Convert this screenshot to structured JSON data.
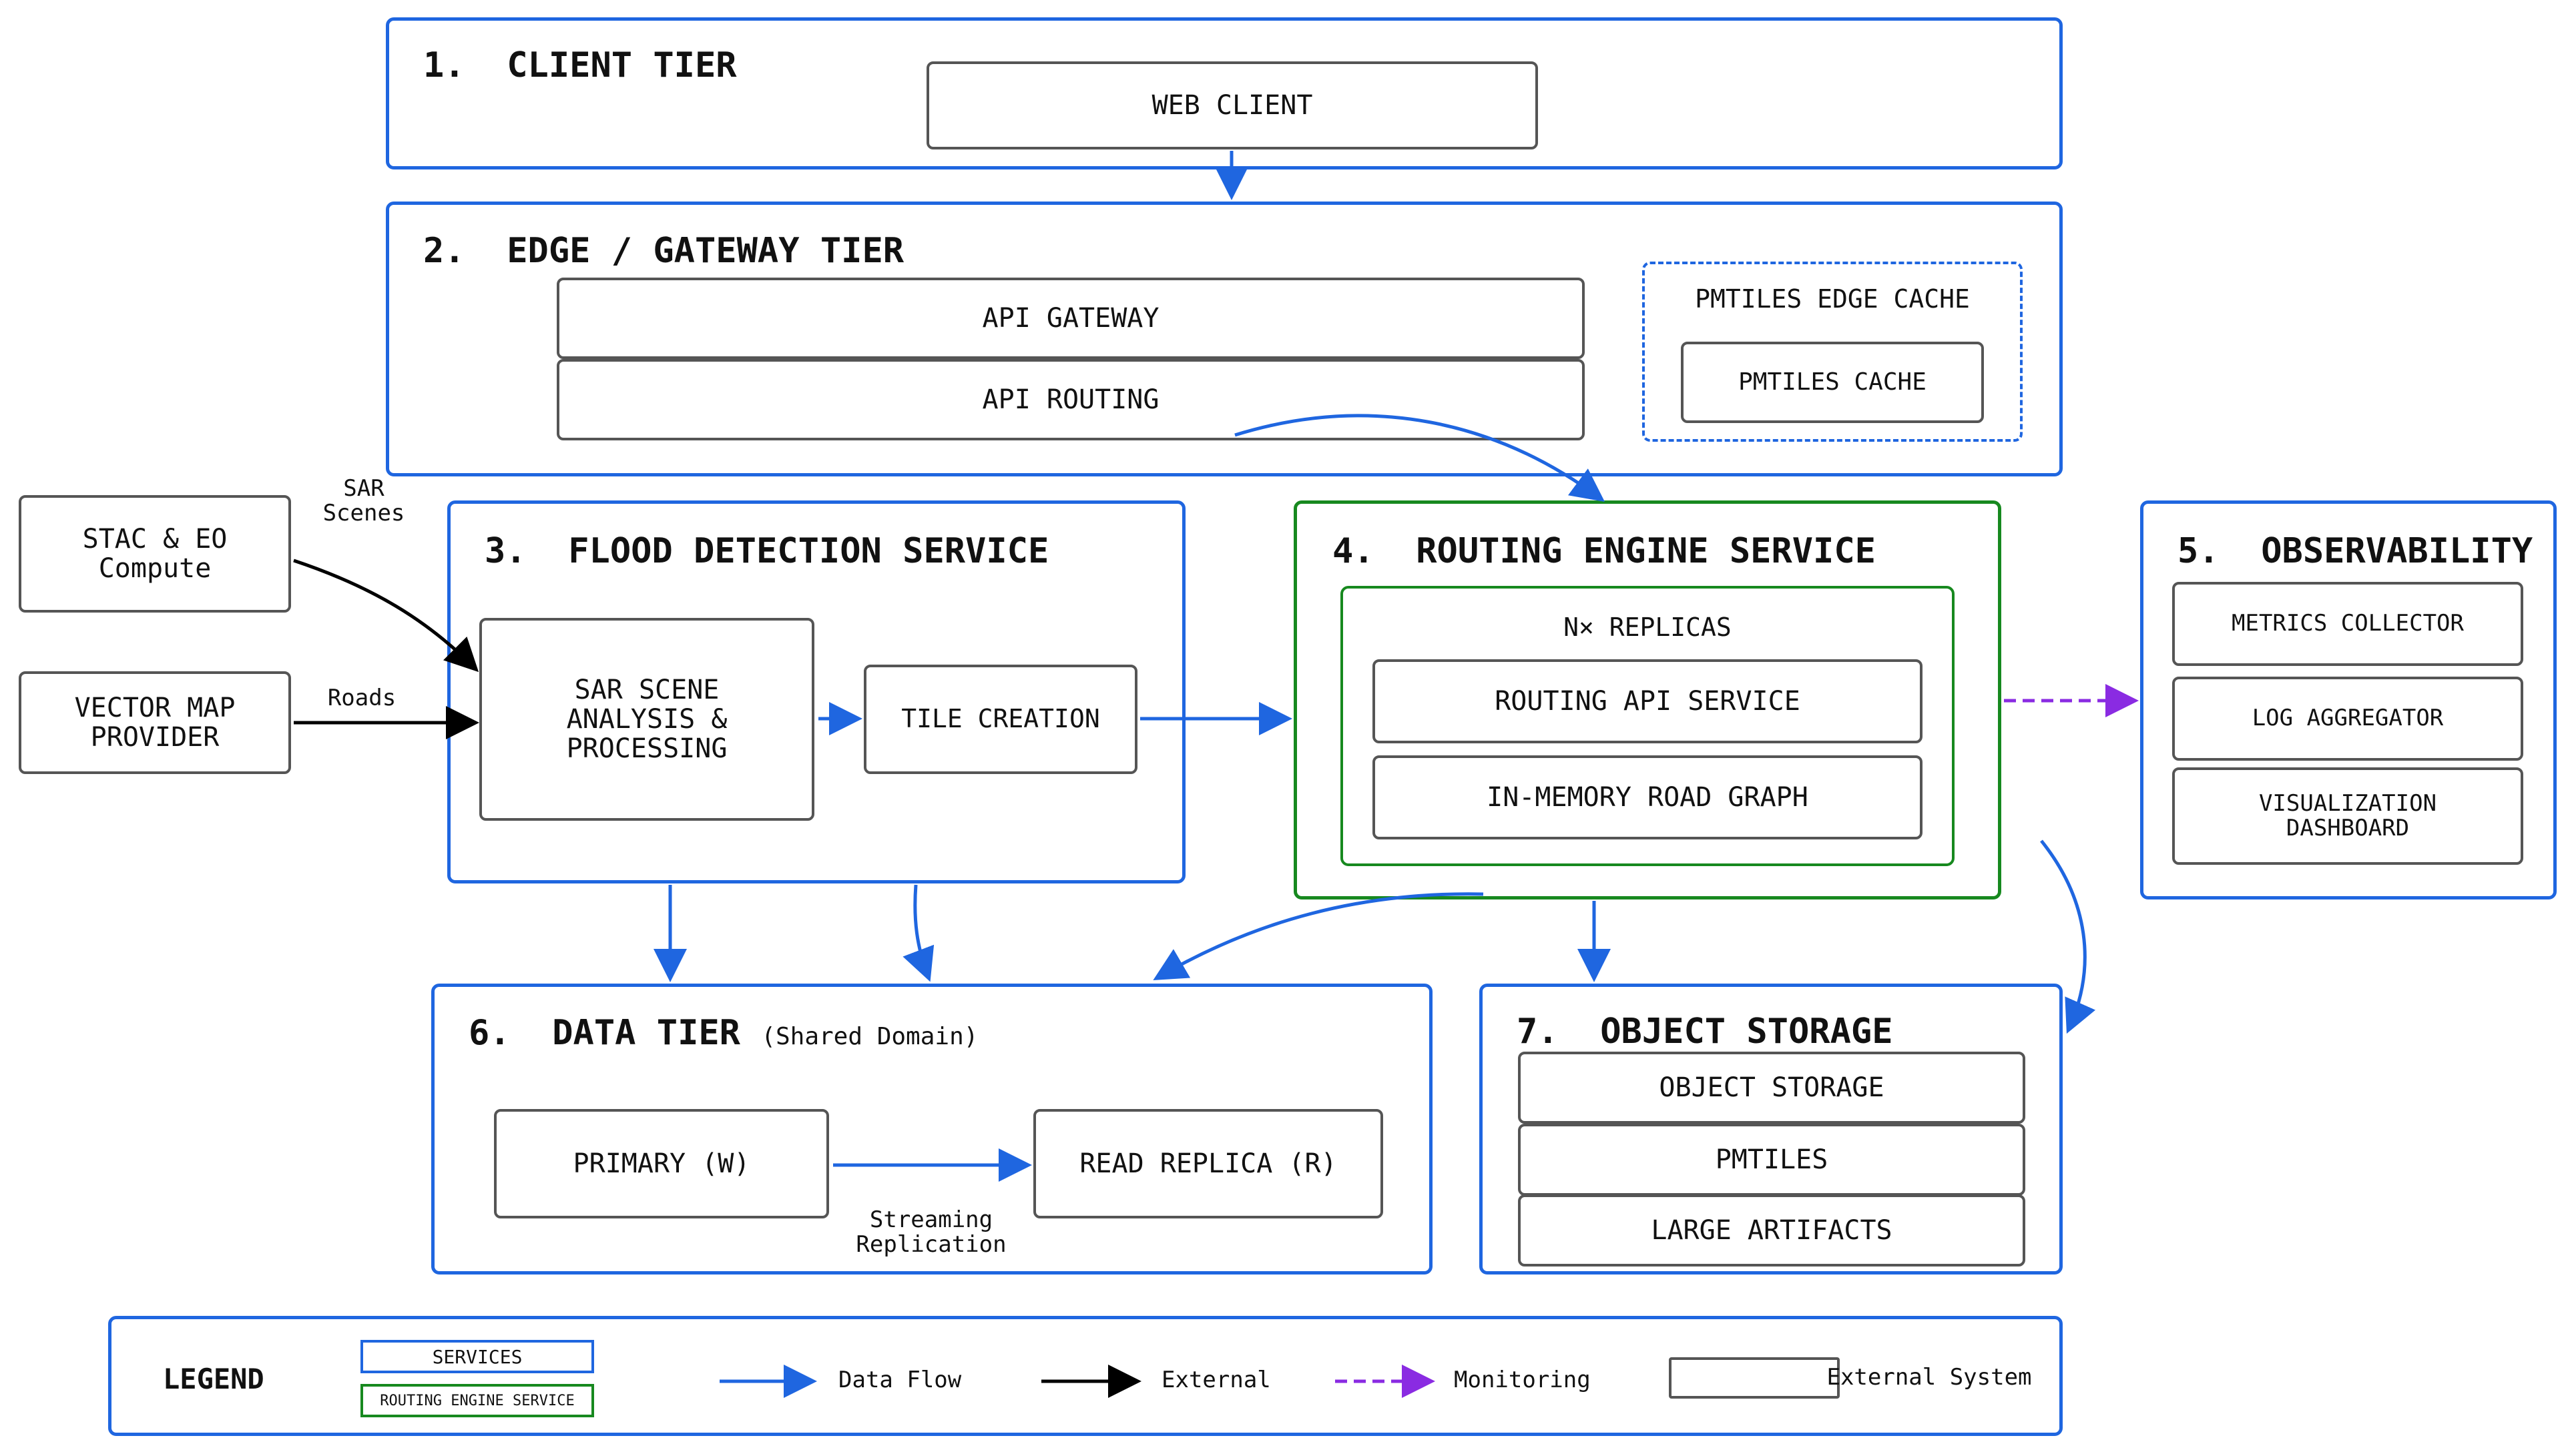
{
  "tiers": {
    "client": {
      "title": "1.  CLIENT TIER",
      "web_client": "WEB CLIENT"
    },
    "edge": {
      "title": "2.  EDGE / GATEWAY TIER",
      "api_gateway": "API GATEWAY",
      "api_routing": "API ROUTING",
      "cache_group": "PMTILES EDGE CACHE",
      "cache": "PMTILES CACHE"
    },
    "flood": {
      "title": "3.  FLOOD DETECTION SERVICE",
      "sar": "SAR SCENE ANALYSIS & PROCESSING",
      "tile": "TILE CREATION"
    },
    "routing": {
      "title": "4.  ROUTING ENGINE SERVICE",
      "replicas": "N× REPLICAS",
      "api": "ROUTING API SERVICE",
      "graph": "IN-MEMORY ROAD GRAPH"
    },
    "observability": {
      "title": "5.  OBSERVABILITY",
      "metrics": "METRICS COLLECTOR",
      "logs": "LOG AGGREGATOR",
      "viz": "VISUALIZATION DASHBOARD"
    },
    "data": {
      "title": "6.  DATA TIER",
      "subtitle": "(Shared Domain)",
      "primary": "PRIMARY (W)",
      "replica": "READ REPLICA (R)",
      "replication": "Streaming Replication"
    },
    "storage": {
      "title": "7.  OBJECT STORAGE",
      "object": "OBJECT STORAGE",
      "pmtiles": "PMTILES",
      "artifacts": "LARGE ARTIFACTS"
    }
  },
  "external": {
    "stac": "STAC & EO Compute",
    "vector": "VECTOR MAP PROVIDER",
    "sar_scenes": "SAR Scenes",
    "roads": "Roads"
  },
  "legend": {
    "title": "LEGEND",
    "services": "SERVICES",
    "routing_service": "ROUTING ENGINE SERVICE",
    "data_flow": "Data Flow",
    "external": "External",
    "monitoring": "Monitoring",
    "external_system": "External System"
  },
  "colors": {
    "service": "#1f66e0",
    "routing": "#17891f",
    "external": "#000000",
    "monitoring": "#8a2be2",
    "box_border": "#555555"
  }
}
